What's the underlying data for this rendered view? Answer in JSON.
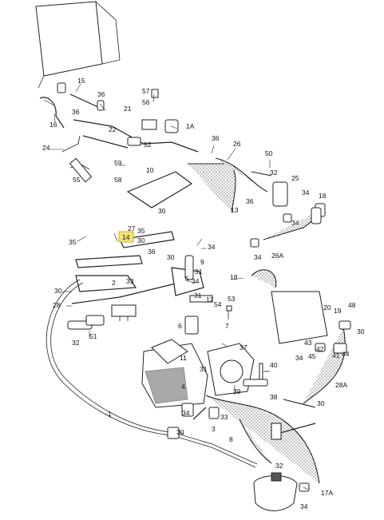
{
  "diagram": {
    "labels": [
      {
        "id": "l15",
        "text": "15"
      },
      {
        "id": "l57",
        "text": "57"
      },
      {
        "id": "l36a",
        "text": "36"
      },
      {
        "id": "l36b",
        "text": "36"
      },
      {
        "id": "l56",
        "text": "56"
      },
      {
        "id": "l21",
        "text": "21"
      },
      {
        "id": "l16",
        "text": "16"
      },
      {
        "id": "l1A",
        "text": "1A"
      },
      {
        "id": "l22",
        "text": "22"
      },
      {
        "id": "l24",
        "text": "24"
      },
      {
        "id": "l52",
        "text": "52"
      },
      {
        "id": "l36c",
        "text": "36"
      },
      {
        "id": "l26",
        "text": "26"
      },
      {
        "id": "l50",
        "text": "50"
      },
      {
        "id": "l55",
        "text": "55"
      },
      {
        "id": "l59",
        "text": "59"
      },
      {
        "id": "l10",
        "text": "10"
      },
      {
        "id": "l32a",
        "text": "32"
      },
      {
        "id": "l25",
        "text": "25"
      },
      {
        "id": "l58",
        "text": "58"
      },
      {
        "id": "l34a",
        "text": "34"
      },
      {
        "id": "l18a",
        "text": "18"
      },
      {
        "id": "l35a",
        "text": "35"
      },
      {
        "id": "l36d",
        "text": "36"
      },
      {
        "id": "l13",
        "text": "13"
      },
      {
        "id": "l30a",
        "text": "30"
      },
      {
        "id": "l27",
        "text": "27"
      },
      {
        "id": "l34b",
        "text": "34"
      },
      {
        "id": "l35b",
        "text": "35"
      },
      {
        "id": "l14",
        "text": "14"
      },
      {
        "id": "l30b",
        "text": "30"
      },
      {
        "id": "l34c",
        "text": "34"
      },
      {
        "id": "l26A",
        "text": "26A"
      },
      {
        "id": "l34d",
        "text": "34"
      },
      {
        "id": "l36e",
        "text": "36"
      },
      {
        "id": "l30c",
        "text": "30"
      },
      {
        "id": "l9",
        "text": "9"
      },
      {
        "id": "l18b",
        "text": "18"
      },
      {
        "id": "l30d",
        "text": "30"
      },
      {
        "id": "l2",
        "text": "2"
      },
      {
        "id": "l31a",
        "text": "31"
      },
      {
        "id": "l5",
        "text": "5"
      },
      {
        "id": "l33a",
        "text": "33"
      },
      {
        "id": "l34e",
        "text": "34"
      },
      {
        "id": "l28",
        "text": "28"
      },
      {
        "id": "l31b",
        "text": "31"
      },
      {
        "id": "l12",
        "text": "12"
      },
      {
        "id": "l54",
        "text": "54"
      },
      {
        "id": "l53",
        "text": "53"
      },
      {
        "id": "l20",
        "text": "20"
      },
      {
        "id": "l19",
        "text": "19"
      },
      {
        "id": "l48",
        "text": "48"
      },
      {
        "id": "l32b",
        "text": "32"
      },
      {
        "id": "l51",
        "text": "51"
      },
      {
        "id": "l6",
        "text": "6"
      },
      {
        "id": "l7",
        "text": "7"
      },
      {
        "id": "l43",
        "text": "43"
      },
      {
        "id": "l30e",
        "text": "30"
      },
      {
        "id": "l37",
        "text": "37"
      },
      {
        "id": "l42",
        "text": "42"
      },
      {
        "id": "l45",
        "text": "45"
      },
      {
        "id": "l11",
        "text": "11"
      },
      {
        "id": "l41",
        "text": "41"
      },
      {
        "id": "l40",
        "text": "40"
      },
      {
        "id": "l34f",
        "text": "34"
      },
      {
        "id": "l44",
        "text": "44"
      },
      {
        "id": "l31c",
        "text": "31"
      },
      {
        "id": "l4",
        "text": "4"
      },
      {
        "id": "l39",
        "text": "39"
      },
      {
        "id": "l38",
        "text": "38"
      },
      {
        "id": "l28A",
        "text": "28A"
      },
      {
        "id": "l1",
        "text": "1"
      },
      {
        "id": "l34g",
        "text": "34"
      },
      {
        "id": "l30f",
        "text": "30"
      },
      {
        "id": "l33b",
        "text": "33"
      },
      {
        "id": "l3",
        "text": "3"
      },
      {
        "id": "l30g",
        "text": "30"
      },
      {
        "id": "l8",
        "text": "8"
      },
      {
        "id": "l32c",
        "text": "32"
      },
      {
        "id": "l17A",
        "text": "17A"
      },
      {
        "id": "l34h",
        "text": "34"
      }
    ],
    "highlight": {
      "text": "14"
    }
  }
}
